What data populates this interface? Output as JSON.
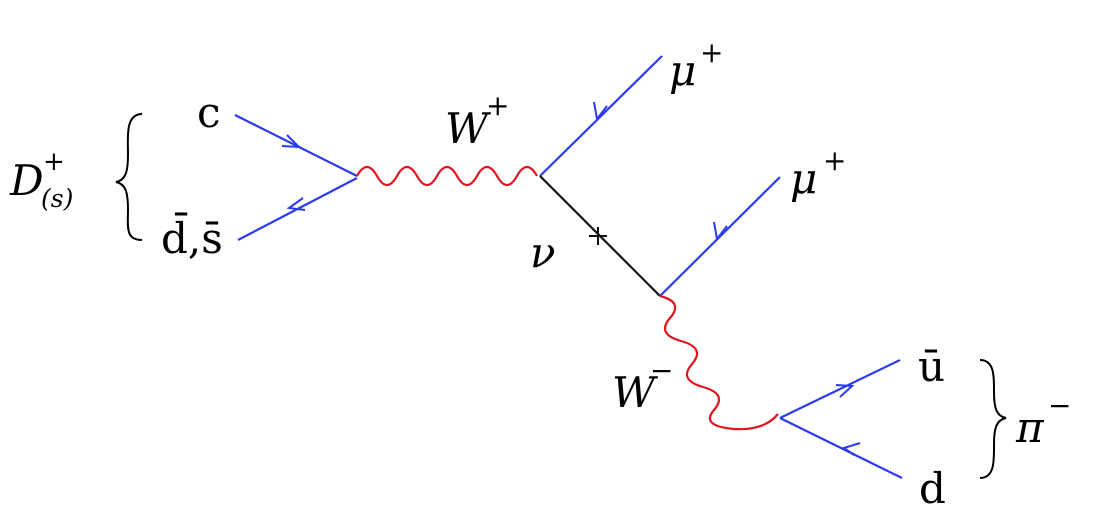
{
  "diagram": {
    "labels": {
      "meson_in": "D",
      "meson_in_sup": "+",
      "meson_in_sub": "(s)",
      "quark_c": "c",
      "antiquark_in": "d̄,s̄",
      "boson_w_plus": "W",
      "boson_w_plus_sup": "+",
      "neutrino": "ν",
      "muon_1": "μ",
      "muon_1_sup": "+",
      "muon_2": "μ",
      "muon_2_sup": "+",
      "boson_w_minus": "W",
      "boson_w_minus_sup": "−",
      "antiquark_u": "ū",
      "quark_d": "d",
      "pion_out": "π",
      "pion_out_sup": "−"
    },
    "colors": {
      "fermion_line": "#2b3cf0",
      "boson_line": "#e0141e",
      "neutrino_line": "#111111",
      "text": "#000000",
      "brace": "#000000"
    }
  }
}
